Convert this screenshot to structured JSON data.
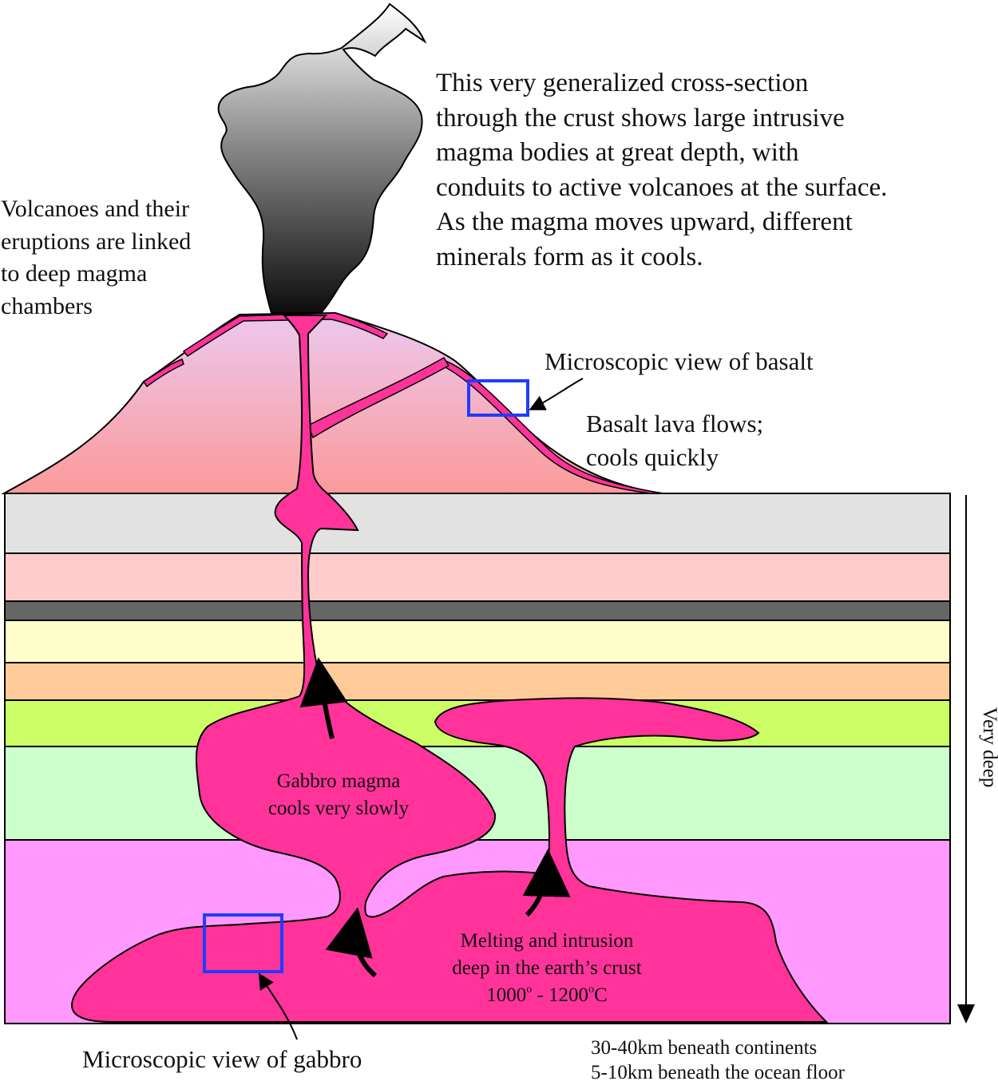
{
  "caption": [
    "This very generalized cross-section",
    "through the crust shows large intrusive",
    "magma bodies at great depth, with",
    "conduits to active volcanoes at the surface.",
    "As the magma moves upward, different",
    "minerals form as it cools."
  ],
  "volcano_note": [
    "Volcanoes and their",
    "eruptions are linked",
    "to deep magma",
    "chambers"
  ],
  "basalt_view": "Microscopic view of basalt",
  "basalt_flows": [
    "Basalt lava flows;",
    "cools quickly"
  ],
  "gabbro_magma": [
    "Gabbro magma",
    "cools very slowly"
  ],
  "melting": {
    "line1": "Melting and intrusion",
    "line2": "deep in the earth’s crust",
    "temp_low": "1000",
    "temp_mid": " - 1200",
    "temp_unit": "C",
    "degree": "o"
  },
  "depth_label": "Very deep",
  "gabbro_view": "Microscopic view of gabbro",
  "depth_notes": [
    "30-40km beneath continents",
    "5-10km beneath the ocean floor"
  ],
  "colors": {
    "magma": "#ff3399",
    "layer_gray": "#e2e2e2",
    "layer_pink": "#ffcccc",
    "layer_dark": "#666666",
    "layer_cream": "#ffffcc",
    "layer_orange": "#ffcc99",
    "layer_lime": "#ccff66",
    "layer_mint": "#ccffcc",
    "layer_violet": "#ff99ff",
    "view_box": "#1f3cff"
  }
}
